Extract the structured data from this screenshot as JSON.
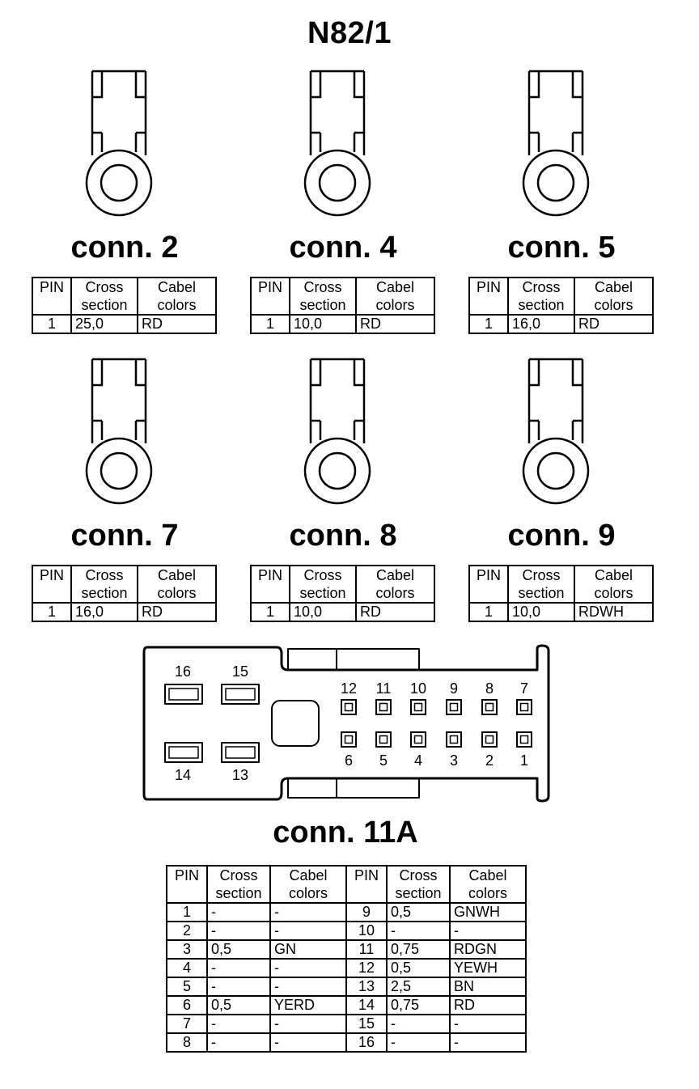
{
  "title": "N82/1",
  "connectors": [
    {
      "label": "conn. 2",
      "headers": [
        "PIN",
        "Cross section",
        "Cabel colors"
      ],
      "rows": [
        [
          "1",
          "25,0",
          "RD"
        ]
      ]
    },
    {
      "label": "conn. 4",
      "headers": [
        "PIN",
        "Cross section",
        "Cabel colors"
      ],
      "rows": [
        [
          "1",
          "10,0",
          "RD"
        ]
      ]
    },
    {
      "label": "conn. 5",
      "headers": [
        "PIN",
        "Cross section",
        "Cabel colors"
      ],
      "rows": [
        [
          "1",
          "16,0",
          "RD"
        ]
      ]
    },
    {
      "label": "conn. 7",
      "headers": [
        "PIN",
        "Cross section",
        "Cabel colors"
      ],
      "rows": [
        [
          "1",
          "16,0",
          "RD"
        ]
      ]
    },
    {
      "label": "conn. 8",
      "headers": [
        "PIN",
        "Cross section",
        "Cabel colors"
      ],
      "rows": [
        [
          "1",
          "10,0",
          "RD"
        ]
      ]
    },
    {
      "label": "conn. 9",
      "headers": [
        "PIN",
        "Cross section",
        "Cabel colors"
      ],
      "rows": [
        [
          "1",
          "10,0",
          "RDWH"
        ]
      ]
    }
  ],
  "conn11a": {
    "label": "conn. 11A",
    "pin_labels": {
      "p16": "16",
      "p15": "15",
      "p14": "14",
      "p13": "13",
      "top": [
        "12",
        "11",
        "10",
        "9",
        "8",
        "7"
      ],
      "bottom": [
        "6",
        "5",
        "4",
        "3",
        "2",
        "1"
      ]
    },
    "headers": [
      "PIN",
      "Cross section",
      "Cabel colors",
      "PIN",
      "Cross section",
      "Cabel colors"
    ],
    "rows": [
      [
        "1",
        "-",
        "-",
        "9",
        "0,5",
        "GNWH"
      ],
      [
        "2",
        "-",
        "-",
        "10",
        "-",
        "-"
      ],
      [
        "3",
        "0,5",
        "GN",
        "11",
        "0,75",
        "RDGN"
      ],
      [
        "4",
        "-",
        "-",
        "12",
        "0,5",
        "YEWH"
      ],
      [
        "5",
        "-",
        "-",
        "13",
        "2,5",
        "BN"
      ],
      [
        "6",
        "0,5",
        "YERD",
        "14",
        "0,75",
        "RD"
      ],
      [
        "7",
        "-",
        "-",
        "15",
        "-",
        "-"
      ],
      [
        "8",
        "-",
        "-",
        "16",
        "-",
        "-"
      ]
    ]
  }
}
